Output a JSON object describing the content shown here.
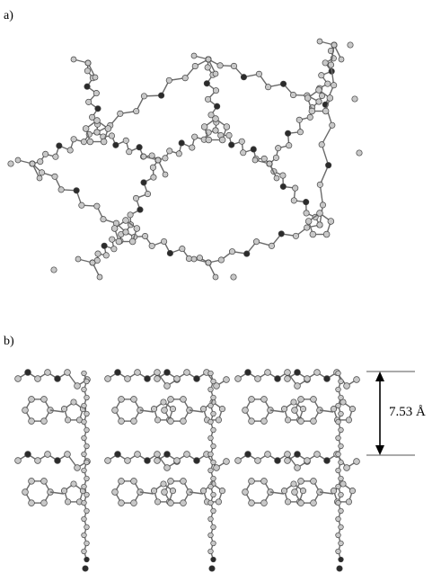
{
  "panels": {
    "a": {
      "label": "a)"
    },
    "b": {
      "label": "b)",
      "distance_label": "7.53 Å"
    }
  },
  "colors": {
    "light_atom": "#c8c8c8",
    "dark_atom": "#2b2b2b",
    "bond": "#6a6a6a",
    "outline": "#444444"
  }
}
